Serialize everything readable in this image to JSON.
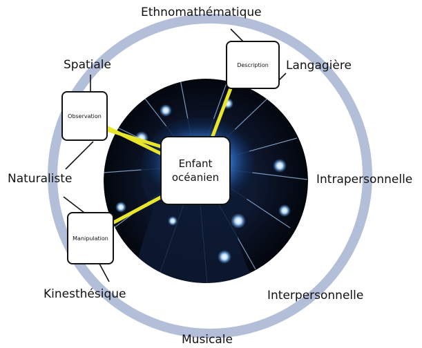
{
  "center": {
    "line1": "Enfant",
    "line2": "océanien"
  },
  "boxes": {
    "description": "Description",
    "observation": "Observation",
    "manipulation": "Manipulation"
  },
  "intelligences": {
    "ethnomathematique": "Ethnomathématique",
    "langagiere": "Langagière",
    "spatiale": "Spatiale",
    "naturaliste": "Naturaliste",
    "intrapersonnelle": "Intrapersonnelle",
    "kinesthesique": "Kinesthésique",
    "interpersonnelle": "Interpersonnelle",
    "musicale": "Musicale"
  },
  "colors": {
    "ring": "#b3bfd9",
    "connector": "#e8e62a",
    "brain_glow": "#4fa3ff",
    "background_circle": "#0a0f1e"
  },
  "image": {
    "icon": "brain-network-illustration"
  }
}
